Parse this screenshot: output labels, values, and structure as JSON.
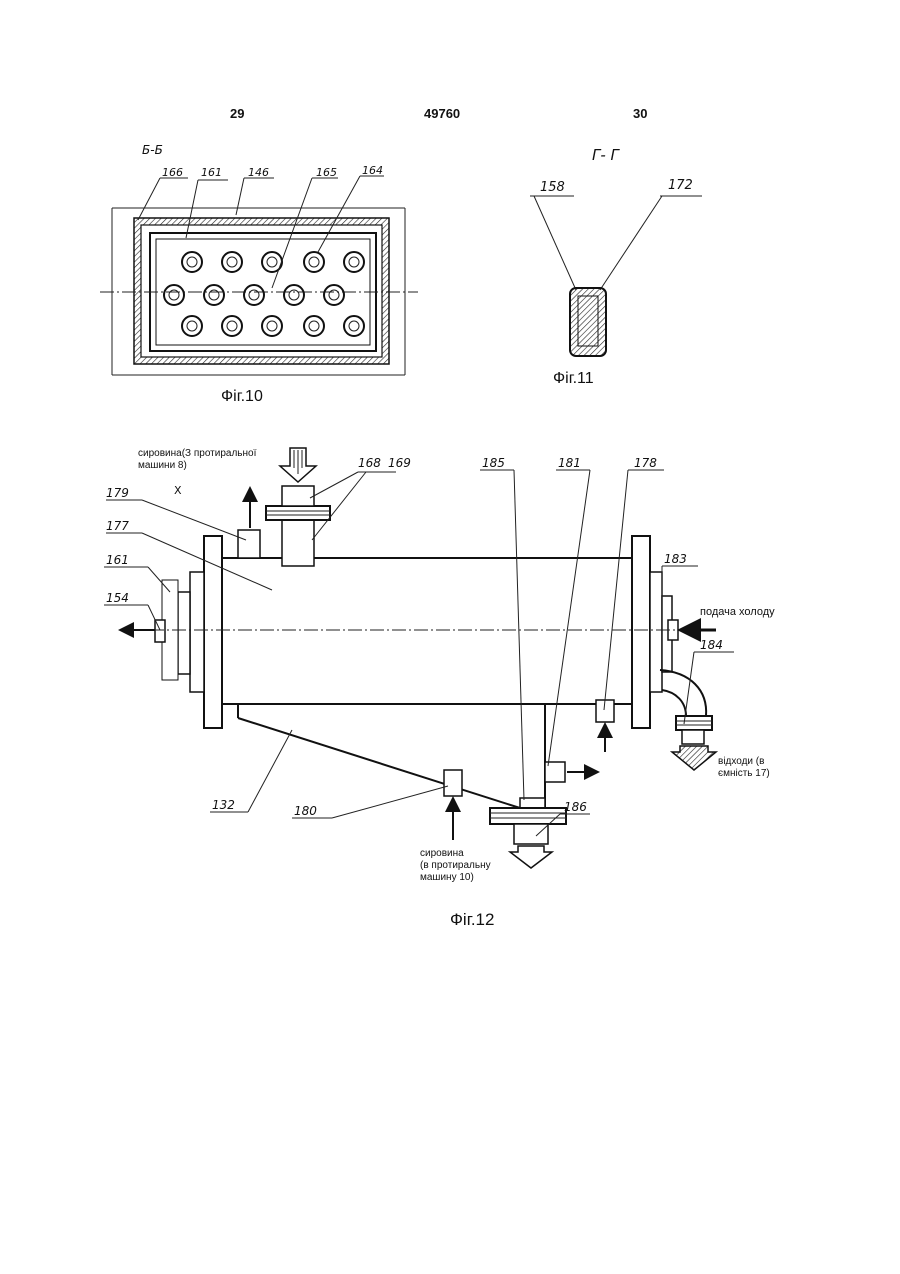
{
  "header": {
    "left_page": "29",
    "doc_number": "49760",
    "right_page": "30"
  },
  "fig10": {
    "caption": "Фіг.10",
    "section_mark": "Б-Б",
    "labels": [
      "166",
      "161",
      "146",
      "165",
      "164"
    ]
  },
  "fig11": {
    "caption": "Фіг.11",
    "section_mark": "Г- Г",
    "labels": [
      "158",
      "172"
    ]
  },
  "fig12": {
    "caption": "Фіг.12",
    "view_mark": "X",
    "labels": [
      "168",
      "169",
      "185",
      "181",
      "178",
      "179",
      "177",
      "183",
      "161",
      "154",
      "184",
      "132",
      "180",
      "186"
    ],
    "notes": {
      "raw_in_line1": "сировина(З протиральної",
      "raw_in_line2": "машини 8)",
      "cold_supply": "подача холоду",
      "waste_line1": "відходи (в",
      "waste_line2": "ємність 17)",
      "raw_out_line1": "сировина",
      "raw_out_line2": "(в протиральну",
      "raw_out_line3": "машину 10)"
    }
  }
}
